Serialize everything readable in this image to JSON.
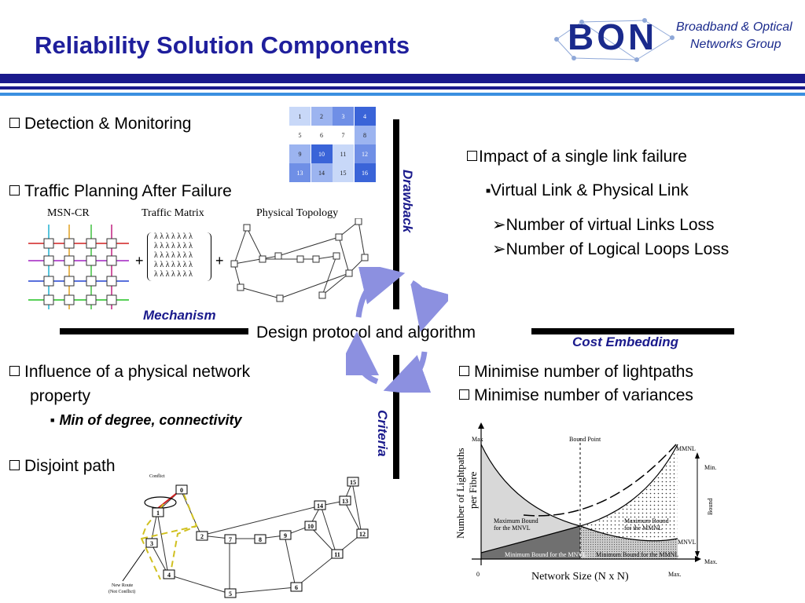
{
  "slide": {
    "title": "Reliability Solution Components",
    "logo": {
      "letters": "BON",
      "line1": "Broadband & Optical",
      "line2": "Networks Group"
    }
  },
  "left_top": {
    "detection": "Detection & Monitoring",
    "traffic_planning": "Traffic Planning After Failure",
    "label_msn": "MSN-CR",
    "label_matrix": "Traffic Matrix",
    "label_topology": "Physical Topology",
    "plus": "+",
    "mechanism": "Mechanism",
    "matrix_rows": [
      "λ λ λ λ λ λ λ",
      "λ λ λ λ λ λ λ",
      "λ λ λ λ λ λ λ",
      "λ λ λ λ λ λ λ",
      "λ λ λ λ λ λ λ"
    ]
  },
  "grid_cells": [
    "1",
    "2",
    "3",
    "4",
    "5",
    "6",
    "7",
    "8",
    "9",
    "10",
    "11",
    "12",
    "13",
    "14",
    "15",
    "16"
  ],
  "right_top": {
    "impact": "Impact of a  single link failure",
    "virtual_physical": "Virtual Link & Physical Link",
    "virtual_loss": "Number of  virtual Links Loss",
    "logical_loss": "Number of Logical Loops Loss"
  },
  "center": {
    "drawback": "Drawback",
    "design": "Design protocol and algorithm",
    "cost": "Cost Embedding",
    "criteria": "Criteria"
  },
  "left_bottom": {
    "influence_1": "Influence of a physical network",
    "influence_2": "property",
    "min_degree": "Min of degree, connectivity",
    "disjoint": "Disjoint path",
    "conflict": "Conflict",
    "new_route_1": "New Route",
    "new_route_2": "(Not Conflict)",
    "node_labels": [
      "0",
      "1",
      "2",
      "3",
      "4",
      "5",
      "6",
      "7",
      "8",
      "9",
      "10",
      "11",
      "12",
      "13",
      "14",
      "15"
    ]
  },
  "right_bottom": {
    "minimise_lightpaths": "Minimise number of lightpaths",
    "minimise_variances": "Minimise number of variances"
  },
  "chart_data": {
    "type": "area",
    "xlabel": "Network Size (N x N)",
    "ylabel": "Number of Lightpaths per Fibre",
    "annotations": {
      "max_top": "Max",
      "bound_point": "Bound Point",
      "mmnl": "MMNL",
      "mnvl": "MNVL",
      "min": "Min.",
      "bound": "Bound",
      "max_right": "Max.",
      "max_x": "Max.",
      "zero": "0",
      "max_bound_mnvl_1": "Maximum Bound",
      "max_bound_mnvl_2": "for the MNVL",
      "max_bound_mmnl_1": "Maximum Bound",
      "max_bound_mmnl_2": "for the MMNL",
      "min_bound_1": "Minimum Bound for the MNVL",
      "min_bound_2": "Minimum Bound for the MMNL"
    }
  },
  "colors": {
    "title": "#1f1f9c",
    "band": "#1a1a8c",
    "band_light": "#3a8fe0",
    "arrow": "#8c90e0"
  }
}
